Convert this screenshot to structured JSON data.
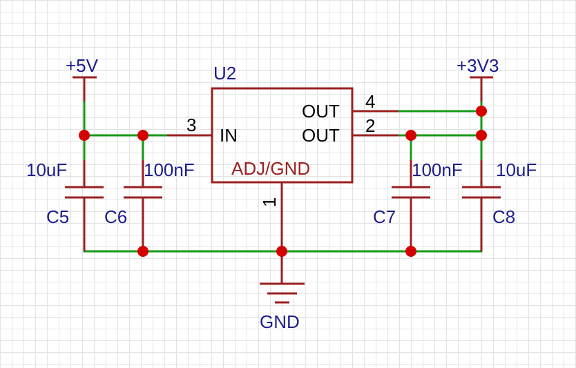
{
  "regulator": {
    "designator": "U2",
    "pin_in": "IN",
    "pin_out_a": "OUT",
    "pin_out_b": "OUT",
    "pin_adj": "ADJ/GND",
    "pin3_num": "3",
    "pin4_num": "4",
    "pin2_num": "2",
    "pin1_num": "1"
  },
  "power": {
    "input_rail": "+5V",
    "output_rail": "+3V3",
    "ground": "GND"
  },
  "capacitors": {
    "c5": {
      "ref": "C5",
      "value": "10uF"
    },
    "c6": {
      "ref": "C6",
      "value": "100nF"
    },
    "c7": {
      "ref": "C7",
      "value": "100nF"
    },
    "c8": {
      "ref": "C8",
      "value": "10uF"
    }
  },
  "colors": {
    "wire": "#159a15",
    "component": "#9b1f1f",
    "junction": "#d40000",
    "net_label": "#1c1c8c",
    "pin_label": "#000000",
    "grid": "#e3e3e3"
  }
}
